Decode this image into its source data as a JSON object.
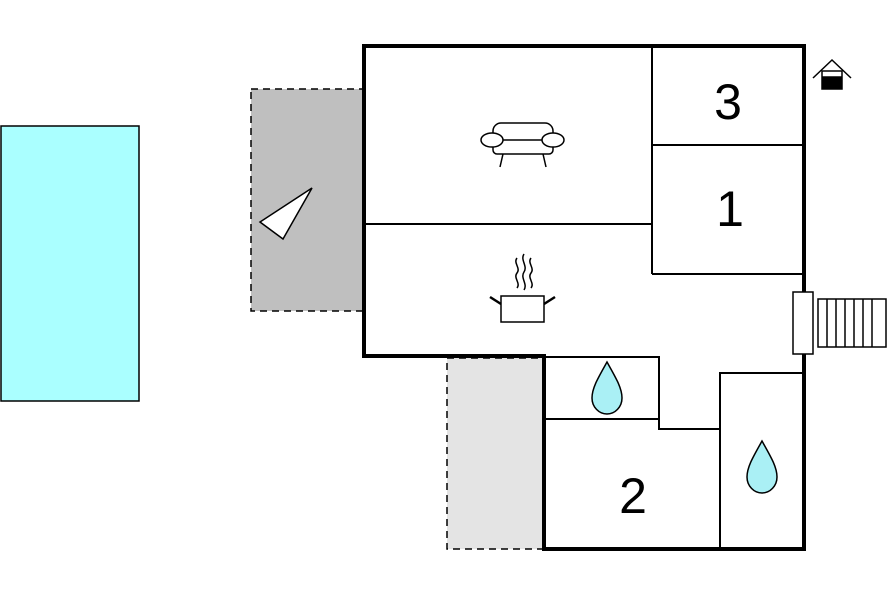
{
  "rooms": {
    "bedroom_3": {
      "label": "3"
    },
    "bedroom_1": {
      "label": "1"
    },
    "bedroom_2": {
      "label": "2"
    }
  },
  "icons": {
    "living_room": "sofa-icon",
    "kitchen": "cooking-pot-icon",
    "bathroom_small": "water-drop-icon",
    "bathroom_large": "water-drop-icon",
    "terrace": "sun-umbrella-icon",
    "entrance": "house-entrance-icon",
    "stairs": "stairs-icon"
  },
  "colors": {
    "pool": "#aaffff",
    "covered_terrace": "#bfbfbf",
    "open_terrace": "#e4e4e4",
    "water_drop": "#aaf0f5",
    "walls": "#000000"
  }
}
